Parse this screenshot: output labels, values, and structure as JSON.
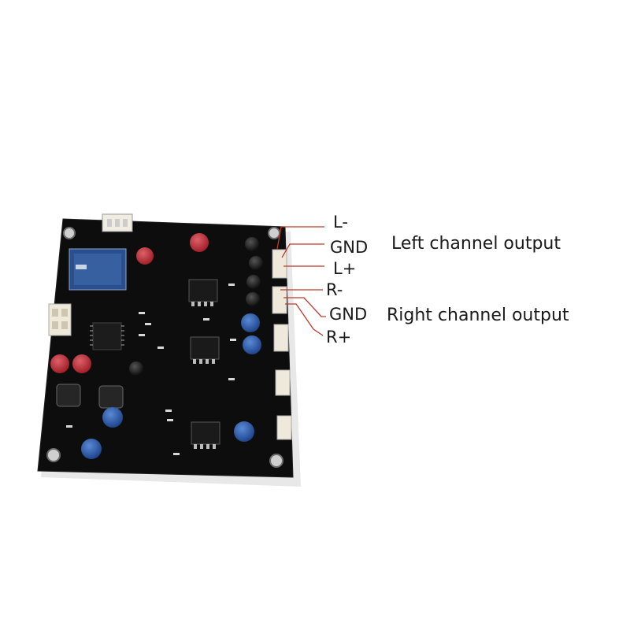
{
  "pins": {
    "l_minus": "L-",
    "gnd_left": "GND",
    "l_plus": "L+",
    "r_minus": "R-",
    "gnd_right": "GND",
    "r_plus": "R+"
  },
  "descriptions": {
    "left": "Left channel output",
    "right": "Right channel output"
  },
  "colors": {
    "background": "#ffffff",
    "pcb": "#0d0d0d",
    "leader_line": "#c0392b",
    "capacitor_blue": "#1f4f9c",
    "capacitor_red": "#b3202a"
  }
}
